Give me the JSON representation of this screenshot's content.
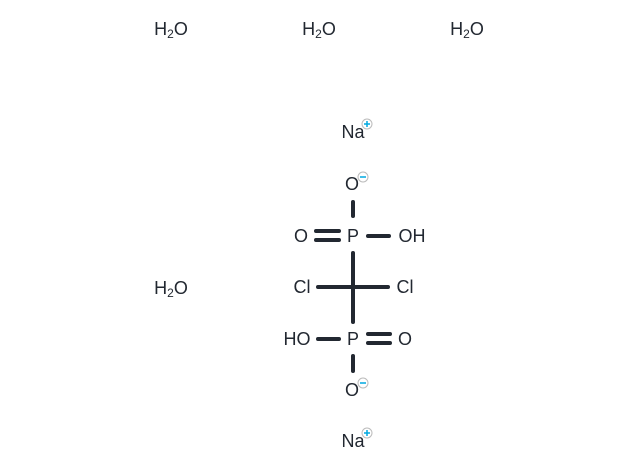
{
  "molecule": {
    "waters": [
      {
        "h": "H",
        "sub": "2",
        "o": "O"
      },
      {
        "h": "H",
        "sub": "2",
        "o": "O"
      },
      {
        "h": "H",
        "sub": "2",
        "o": "O"
      },
      {
        "h": "H",
        "sub": "2",
        "o": "O"
      }
    ],
    "atoms": {
      "na_top": "Na",
      "o_minus_top": "O",
      "p_top": "P",
      "o_double_top": "O",
      "oh_top": "OH",
      "cl_left": "Cl",
      "cl_right": "Cl",
      "ho_bottom": "HO",
      "p_bottom": "P",
      "o_double_bottom": "O",
      "o_minus_bottom": "O",
      "na_bottom": "Na"
    },
    "charges": {
      "na": "+",
      "o": "-"
    },
    "colors": {
      "bond": "#222831",
      "charge": "#00a8e0"
    }
  }
}
